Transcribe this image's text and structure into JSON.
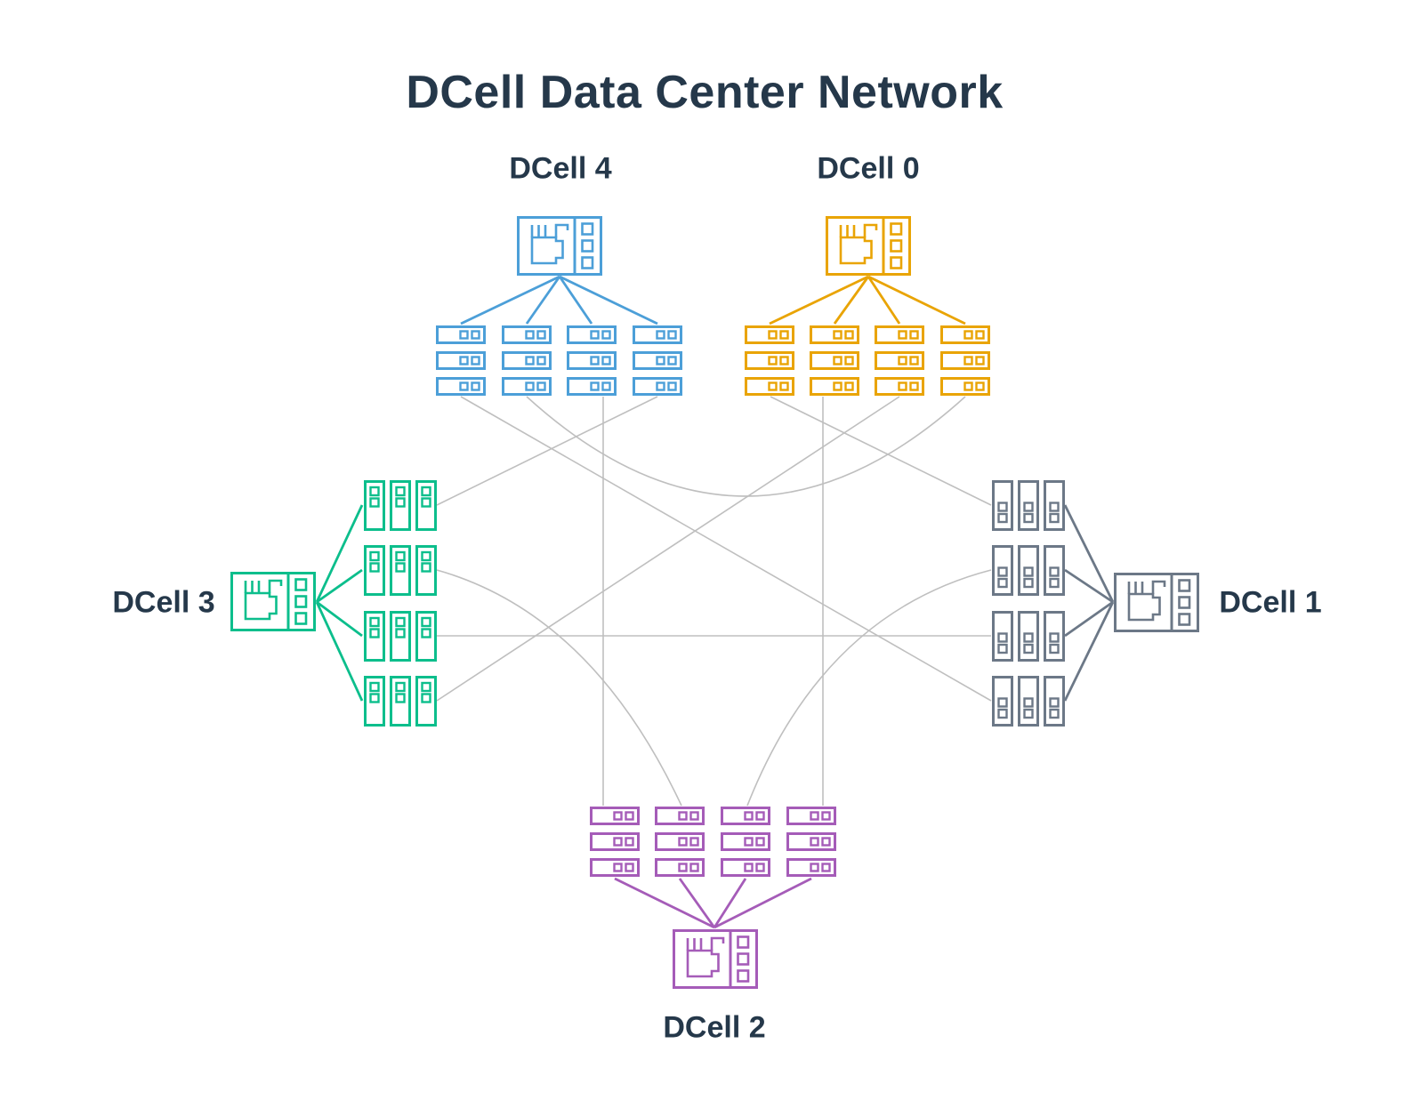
{
  "title": "DCell Data Center Network",
  "colors": {
    "background": "#ffffff",
    "text": "#25384a",
    "link": "#bfbfbf",
    "dcell0": "#e9a404",
    "dcell1": "#6c7887",
    "dcell2": "#a55cb8",
    "dcell3": "#0cbe8c",
    "dcell4": "#4c9fd8"
  },
  "clusters": [
    {
      "label": "DCell 0",
      "color": "#e9a404",
      "position": "top-right",
      "switches": 1,
      "servers": 12,
      "server_groups": 4,
      "servers_per_group": 3
    },
    {
      "label": "DCell 1",
      "color": "#6c7887",
      "position": "right",
      "switches": 1,
      "servers": 12,
      "server_groups": 4,
      "servers_per_group": 3
    },
    {
      "label": "DCell 2",
      "color": "#a55cb8",
      "position": "bottom",
      "switches": 1,
      "servers": 12,
      "server_groups": 4,
      "servers_per_group": 3
    },
    {
      "label": "DCell 3",
      "color": "#0cbe8c",
      "position": "left",
      "switches": 1,
      "servers": 12,
      "server_groups": 4,
      "servers_per_group": 3
    },
    {
      "label": "DCell 4",
      "color": "#4c9fd8",
      "position": "top-left",
      "switches": 1,
      "servers": 12,
      "server_groups": 4,
      "servers_per_group": 3
    }
  ],
  "inter_dcell_links": [
    [
      "DCell 4",
      "DCell 0"
    ],
    [
      "DCell 4",
      "DCell 1"
    ],
    [
      "DCell 4",
      "DCell 2"
    ],
    [
      "DCell 3",
      "DCell 4"
    ],
    [
      "DCell 0",
      "DCell 1"
    ],
    [
      "DCell 0",
      "DCell 2"
    ],
    [
      "DCell 0",
      "DCell 3"
    ],
    [
      "DCell 1",
      "DCell 2"
    ],
    [
      "DCell 3",
      "DCell 1"
    ],
    [
      "DCell 3",
      "DCell 2"
    ]
  ]
}
